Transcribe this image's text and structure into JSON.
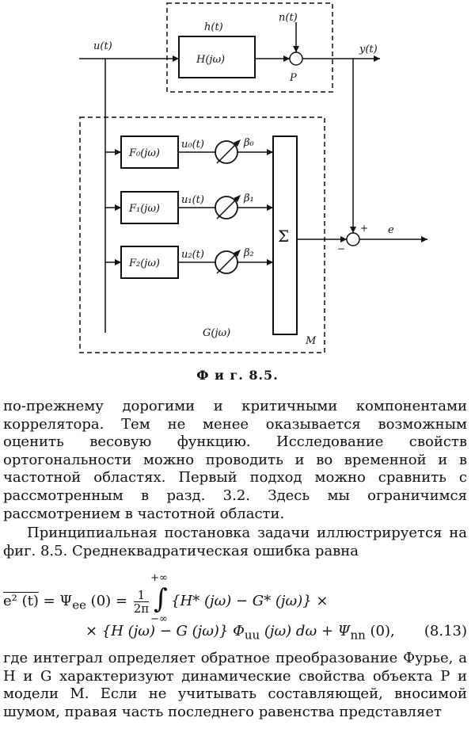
{
  "figure": {
    "input_label": "u(t)",
    "plant_top_label": "h(t)",
    "plant_block": "H(jω)",
    "noise_label": "n(t)",
    "output_label": "y(t)",
    "object_label": "P",
    "filters": [
      {
        "block": "F₀(jω)",
        "signal": "u₀(t)",
        "weight": "β₀"
      },
      {
        "block": "F₁(jω)",
        "signal": "u₁(t)",
        "weight": "β₁"
      },
      {
        "block": "F₂(jω)",
        "signal": "u₂(t)",
        "weight": "β₂"
      }
    ],
    "sum_symbol": "Σ",
    "plus_sign": "+",
    "minus_sign": "−",
    "error_label": "e",
    "model_transfer_label": "G(jω)",
    "model_label": "M"
  },
  "caption": "Ф и г.   8.5.",
  "paragraph1": "по-прежнему дорогими и критичными компонентами коррелятора. Тем не менее оказывается возможным оценить весовую функцию. Исследование свойств ортогональности можно проводить и во временной и в частотной областях. Первый подход можно сравнить с рассмотренным в разд. 3.2. Здесь мы ограничимся рассмотрением в частотной области.",
  "paragraph2": "Принципиальная постановка задачи иллюстрируется на фиг. 8.5. Среднеквадратическая ошибка равна",
  "equation": {
    "lhs": "e² (t)",
    "psi_ee": " = Ψ",
    "psi_ee_sub": "ee",
    "psi_ee_arg": " (0) = ",
    "frac_num": "1",
    "frac_den": "2π",
    "int_upper": "+∞",
    "int_lower": "−∞",
    "line1_rest": "{H* (jω) − G* (jω)} ×",
    "line2": "× {H (jω) − G (jω)} Φ",
    "line2_sub": "uu",
    "line2_rest": " (jω) dω + Ψ",
    "line2_sub2": "nn",
    "line2_end": " (0),",
    "number": "(8.13)"
  },
  "paragraph3": "где интеграл определяет обратное преобразование Фурье, а H и G характеризуют динамические свойства объекта P и модели M. Если не учитывать составляющей, вносимой шумом, правая часть последнего равенства представляет"
}
